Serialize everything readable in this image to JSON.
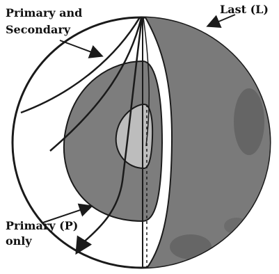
{
  "labels": {
    "primary_and": "Primary and",
    "secondary": "Secondary",
    "last": "Last (L)",
    "primary_p": "Primary (P)",
    "only": "only"
  },
  "colors": {
    "background": "#ffffff",
    "outline": "#1a1a1a",
    "mantle_fill": "#ffffff",
    "dark_crust": "#7a7a7a",
    "darker_mottle": "#5f5f5f",
    "outer_core": "#7d7d7d",
    "inner_core": "#bdbdbd"
  },
  "icons": {
    "arrow": "arrow-icon"
  }
}
